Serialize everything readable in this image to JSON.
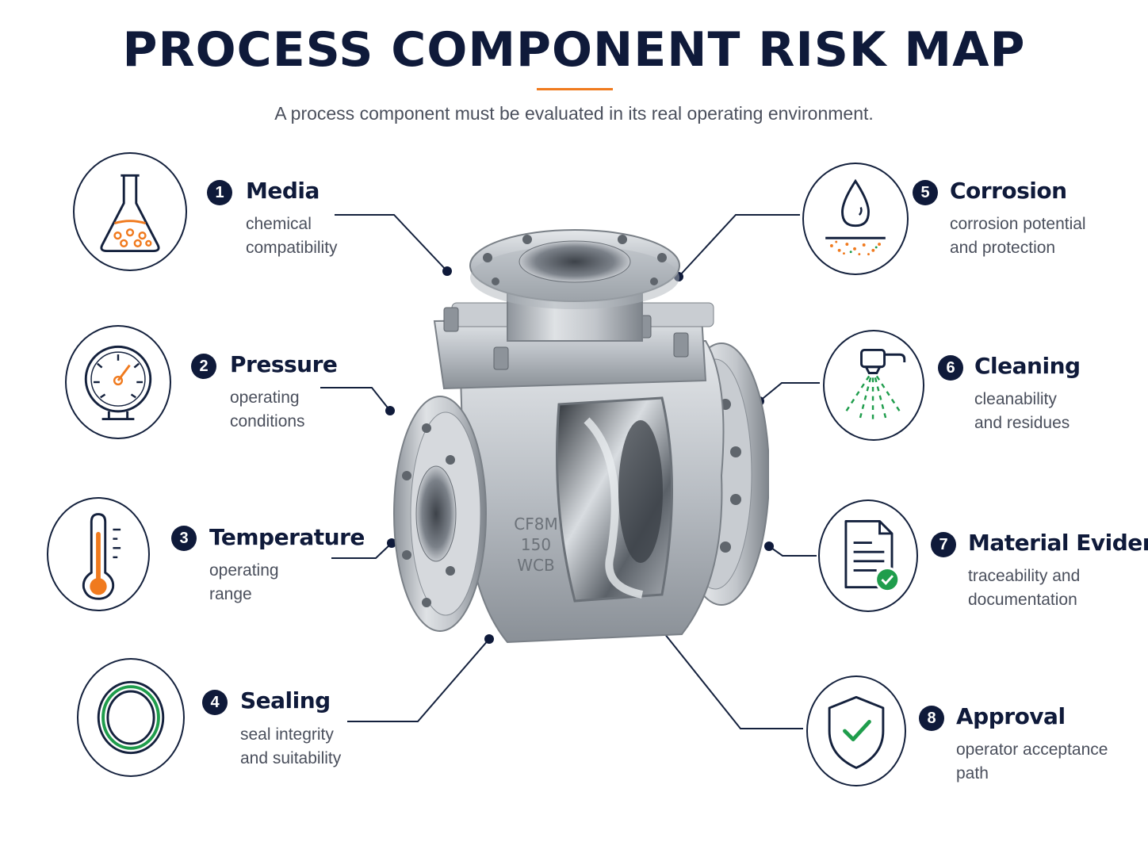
{
  "title": "PROCESS COMPONENT RISK MAP",
  "subtitle": "A process component must be evaluated in its real operating environment.",
  "colors": {
    "navy": "#0f1a3a",
    "accent": "#f07a1e",
    "green": "#1f9d4c",
    "text_gray": "#4a4f5c"
  },
  "valve": {
    "markings": [
      "CF8M",
      "150",
      "WCB"
    ]
  },
  "items": [
    {
      "number": "1",
      "title": "Media",
      "desc": [
        "chemical",
        "compatibility"
      ],
      "icon": "flask-icon"
    },
    {
      "number": "2",
      "title": "Pressure",
      "desc": [
        "operating",
        "conditions"
      ],
      "icon": "pressure-gauge-icon"
    },
    {
      "number": "3",
      "title": "Temperature",
      "desc": [
        "operating",
        "range"
      ],
      "icon": "thermometer-icon"
    },
    {
      "number": "4",
      "title": "Sealing",
      "desc": [
        "seal integrity",
        "and suitability"
      ],
      "icon": "seal-ring-icon"
    },
    {
      "number": "5",
      "title": "Corrosion",
      "desc": [
        "corrosion potential",
        "and protection"
      ],
      "icon": "droplet-corrosion-icon"
    },
    {
      "number": "6",
      "title": "Cleaning",
      "desc": [
        "cleanability",
        "and residues"
      ],
      "icon": "spray-nozzle-icon"
    },
    {
      "number": "7",
      "title": "Material Evidence",
      "desc": [
        "traceability and",
        "documentation"
      ],
      "icon": "document-check-icon"
    },
    {
      "number": "8",
      "title": "Approval",
      "desc": [
        "operator acceptance",
        "path"
      ],
      "icon": "shield-check-icon"
    }
  ]
}
